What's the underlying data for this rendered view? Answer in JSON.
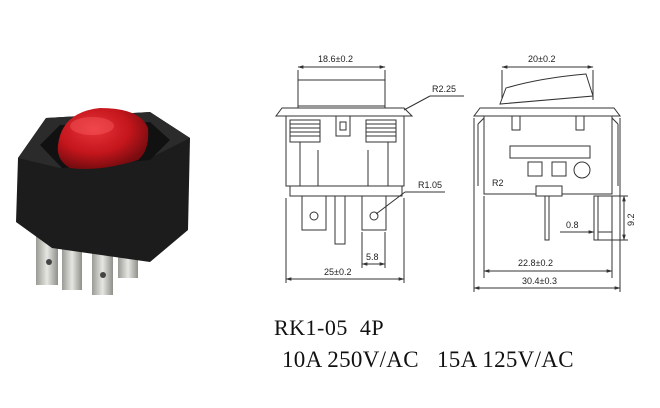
{
  "figure": {
    "model": "RK1-05  4P",
    "rating": "10A 250V/AC   15A 125V/AC"
  },
  "front_view": {
    "dims": {
      "top_width": "18.6±0.2",
      "corner_radius": "R2.25",
      "pin_hole_radius": "R1.05",
      "terminal_width": "5.8",
      "base_width": "25±0.2"
    }
  },
  "side_view": {
    "dims": {
      "top_width": "20±0.2",
      "inner_radius": "R2",
      "terminal_thickness": "0.8",
      "terminal_height": "9.2",
      "body_width": "22.8±0.2",
      "overall_width": "30.4±0.3"
    }
  },
  "colors": {
    "switch_body": "#1c1c1c",
    "rocker_lens": "#c4161c",
    "terminal": "#c9c9c4",
    "line": "#333333"
  }
}
